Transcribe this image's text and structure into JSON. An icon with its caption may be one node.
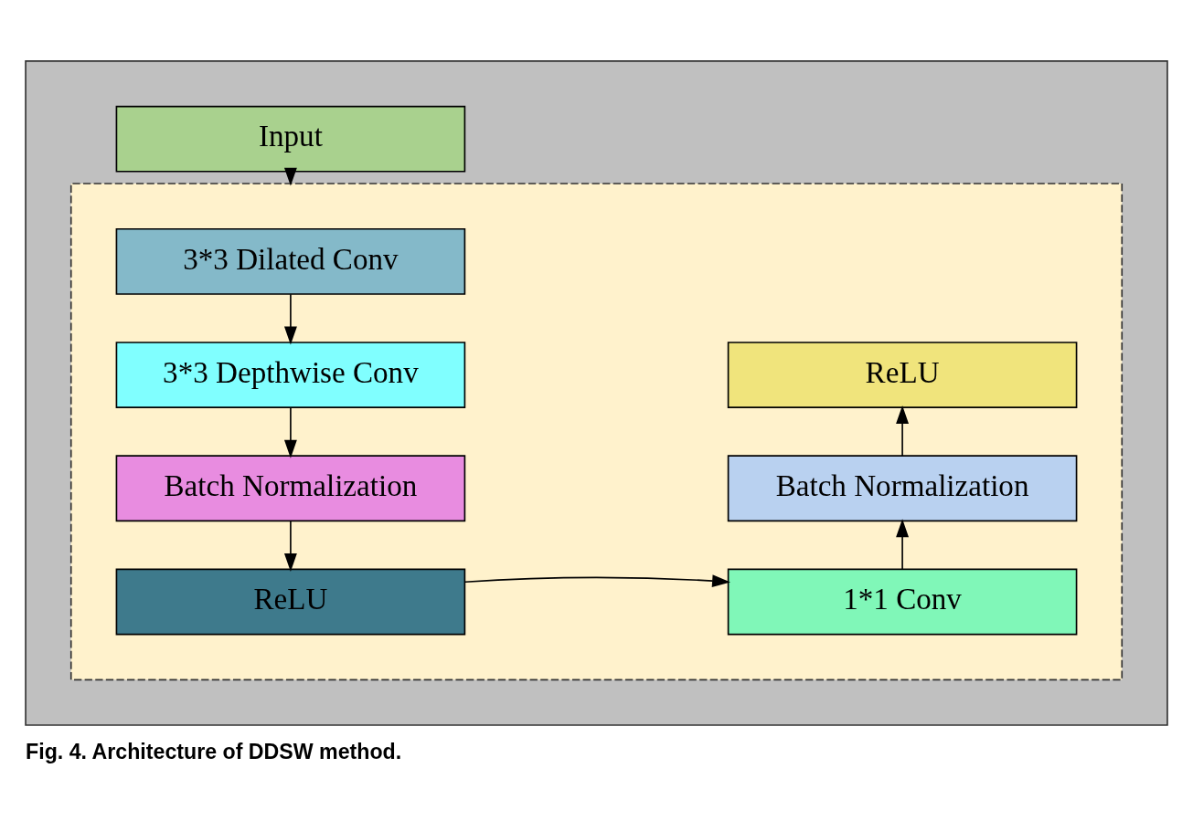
{
  "diagram": {
    "caption": "Fig. 4. Architecture of DDSW method.",
    "nodes": [
      {
        "text": [],
        "shape": "box"
      },
      {
        "text": [
          "Input"
        ],
        "in": 0
      },
      {
        "text": [],
        "shape": "box",
        "in": 0
      },
      {
        "text": [
          "3*3 Dilated Conv"
        ],
        "in": 2
      },
      {
        "text": [
          "3*3 Depthwise Conv"
        ],
        "in": 2
      },
      {
        "text": [
          "Batch Normalization"
        ],
        "in": 2
      },
      {
        "text": [
          "ReLU"
        ],
        "in": 2
      },
      {
        "text": [
          "1*1 Conv"
        ],
        "in": 2
      },
      {
        "text": [
          "Batch Normalization"
        ],
        "in": 2
      },
      {
        "text": [
          "ReLU"
        ],
        "in": 2
      }
    ],
    "edges": [
      {
        "from": 1,
        "to": 2,
        "arrow": "to"
      },
      {
        "from": 3,
        "to": 4,
        "arrow": "to"
      },
      {
        "from": 4,
        "to": 5,
        "arrow": "to"
      },
      {
        "from": 5,
        "to": 6,
        "arrow": "to"
      },
      {
        "from": 6,
        "to": 7,
        "arrow": "to"
      },
      {
        "from": 7,
        "to": 8,
        "arrow": "to"
      },
      {
        "from": 8,
        "to": 9,
        "arrow": "to"
      }
    ]
  }
}
